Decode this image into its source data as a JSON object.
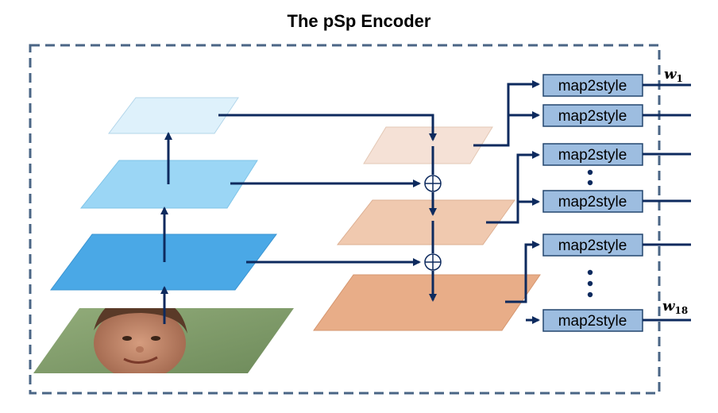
{
  "title": "The pSp Encoder",
  "map2style_label": "map2style",
  "outputs": {
    "first": {
      "symbol": "w",
      "subscript": "1"
    },
    "last": {
      "symbol": "w",
      "subscript": "18"
    }
  },
  "colors": {
    "arrow": "#0d2a5e",
    "border_dash": "#4a6585",
    "encoder_level_1": "#4aa8e6",
    "encoder_level_2": "#9bd6f5",
    "encoder_level_3": "#def1fb",
    "decoder_level_1": "#f5e1d6",
    "decoder_level_2": "#f0c9af",
    "decoder_level_3": "#e8ad88",
    "map2style_fill": "#9dbde0",
    "map2style_stroke": "#24466f",
    "photo_face": "#b97e64",
    "photo_background": "#7c9966"
  },
  "icons": [
    "plus-circle-icon",
    "vertical-ellipsis-icon"
  ]
}
